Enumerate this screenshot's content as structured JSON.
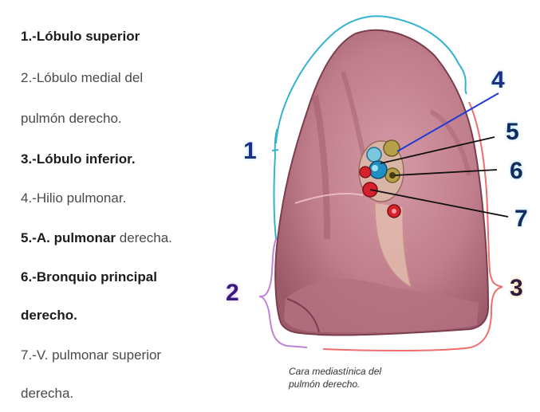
{
  "legend": {
    "items": [
      {
        "num": "1.-",
        "strong": "Lóbulo superior",
        "rest": ""
      },
      {
        "num": "2.-",
        "strong": "",
        "rest": "Lóbulo medial del"
      },
      {
        "num": "",
        "strong": "",
        "rest": "pulmón derecho."
      },
      {
        "num": "3.-",
        "strong": "Lóbulo inferior.",
        "rest": ""
      },
      {
        "num": "4.-",
        "strong": "",
        "rest": "Hilio pulmonar."
      },
      {
        "num": "5.-",
        "strong": "A. pulmonar",
        "rest": " derecha."
      },
      {
        "num": "6.-",
        "strong": "Bronquio principal",
        "rest": ""
      },
      {
        "num": "",
        "strong": "derecho.",
        "rest": ""
      },
      {
        "num": "7.-",
        "strong": "",
        "rest": "V. pulmonar superior"
      },
      {
        "num": "",
        "strong": "",
        "rest": "derecha."
      }
    ]
  },
  "callouts": {
    "c1": "1",
    "c2": "2",
    "c3": "3",
    "c4": "4",
    "c5": "5",
    "c6": "6",
    "c7": "7"
  },
  "caption": {
    "line1": "Cara mediastínica del",
    "line2": "pulmón derecho."
  },
  "colors": {
    "c1": "#1e2f86",
    "c2": "#8a2bb5",
    "c3": "#f29a1e",
    "bracket1": "#33b3d1",
    "bracket2": "#c084d4",
    "bracket3": "#ef6d6d",
    "lung": "#c98594",
    "lungDark": "#8c4d5d",
    "artery": "#1f8fc4",
    "vein": "#d6202c",
    "bronchus": "#b8a04a"
  }
}
